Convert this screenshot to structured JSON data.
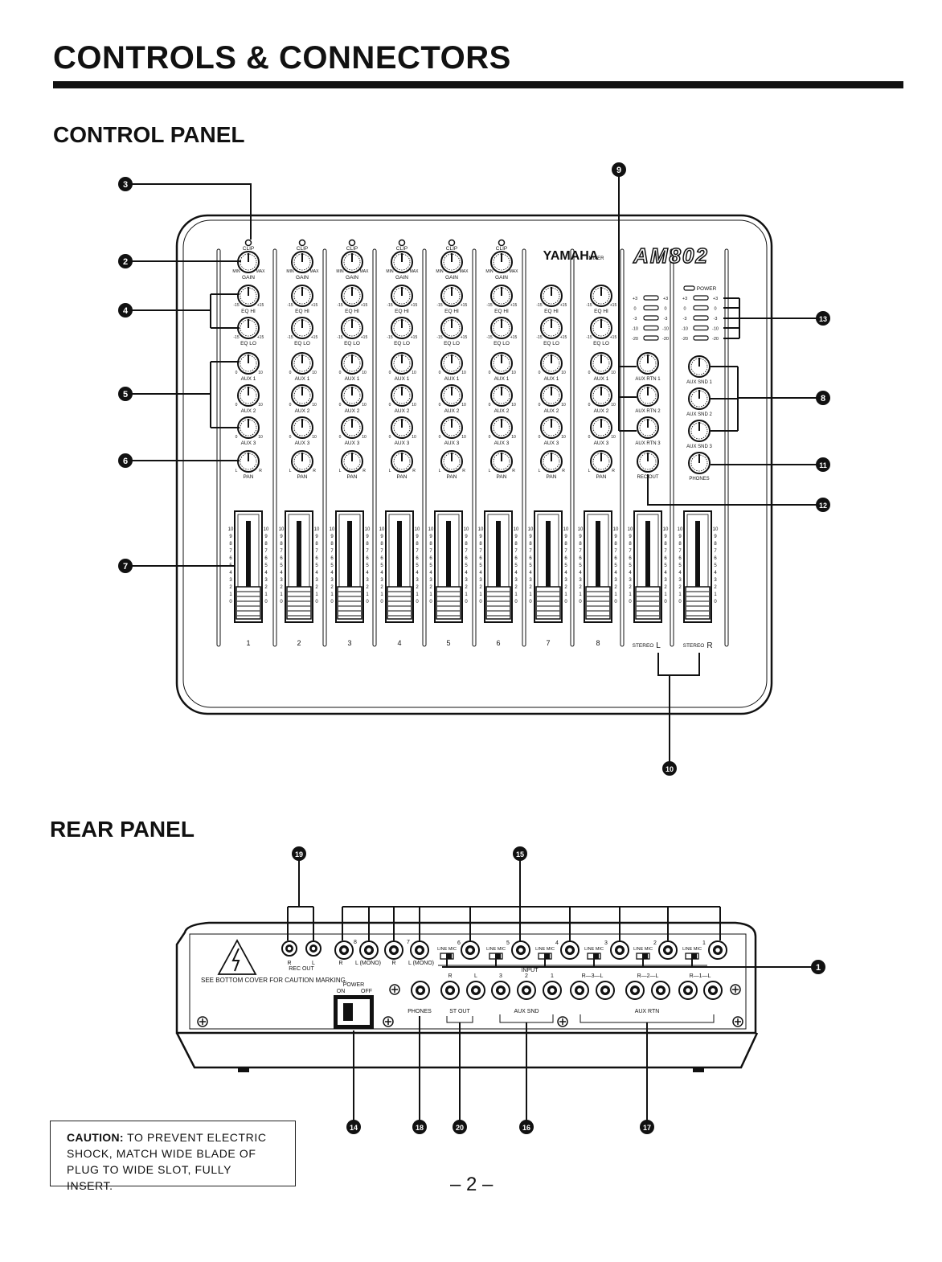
{
  "page": {
    "title": "CONTROLS & CONNECTORS",
    "page_number": "– 2 –"
  },
  "control_panel": {
    "heading": "CONTROL PANEL",
    "brand": "YAMAHA",
    "brand_sub": "MIXER",
    "model": "AM802",
    "power_label": "POWER",
    "labels": {
      "clip": "CLIP",
      "gain": "GAIN",
      "min": "MIN",
      "max": "MAX",
      "eq_hi": "EQ HI",
      "eq_lo": "EQ LO",
      "aux1": "AUX 1",
      "aux2": "AUX 2",
      "aux3": "AUX 3",
      "pan": "PAN",
      "l": "L",
      "r": "R",
      "minus15": "-15",
      "plus15": "+15",
      "zero": "0",
      "ten": "10",
      "aux_rtn1": "AUX RTN 1",
      "aux_rtn2": "AUX RTN 2",
      "aux_rtn3": "AUX RTN 3",
      "rec_out": "REC OUT",
      "aux_snd1": "AUX SND 1",
      "aux_snd2": "AUX SND 2",
      "aux_snd3": "AUX SND 3",
      "phones": "PHONES",
      "stereo": "STEREO"
    },
    "meter_scale": [
      "+3",
      "0",
      "-3",
      "-10",
      "-20"
    ],
    "fader_scale": [
      "10",
      "9",
      "8",
      "7",
      "6",
      "5",
      "4",
      "3",
      "2",
      "1",
      "0"
    ],
    "channels": [
      "1",
      "2",
      "3",
      "4",
      "5",
      "6",
      "7",
      "8"
    ],
    "stereo_channels": [
      "L",
      "R"
    ]
  },
  "rear_panel": {
    "heading": "REAR PANEL",
    "warning_text": "SEE BOTTOM COVER FOR CAUTION MARKING.",
    "rec_out": "REC OUT",
    "r": "R",
    "l": "L",
    "l_mono": "L (MONO)",
    "line_mic": "LINE  MIC",
    "input": "INPUT",
    "power_label": "POWER",
    "on": "ON",
    "off": "OFF",
    "phones": "PHONES",
    "st_out": "ST OUT",
    "aux_snd": "AUX SND",
    "aux_rtn": "AUX RTN",
    "ch_numbers": [
      "8",
      "7",
      "6",
      "5",
      "4",
      "3",
      "2",
      "1"
    ],
    "lower_labels": [
      "R",
      "L",
      "3",
      "2",
      "1",
      "R—3—L",
      "R—2—L",
      "R—1—L"
    ]
  },
  "callouts": [
    "1",
    "2",
    "3",
    "4",
    "5",
    "6",
    "7",
    "8",
    "9",
    "10",
    "11",
    "12",
    "13",
    "14",
    "15",
    "16",
    "17",
    "18",
    "19",
    "20"
  ],
  "caution": {
    "label": "CAUTION:",
    "text": " TO PREVENT ELECTRIC SHOCK, MATCH WIDE BLADE OF PLUG TO WIDE SLOT, FULLY INSERT."
  }
}
